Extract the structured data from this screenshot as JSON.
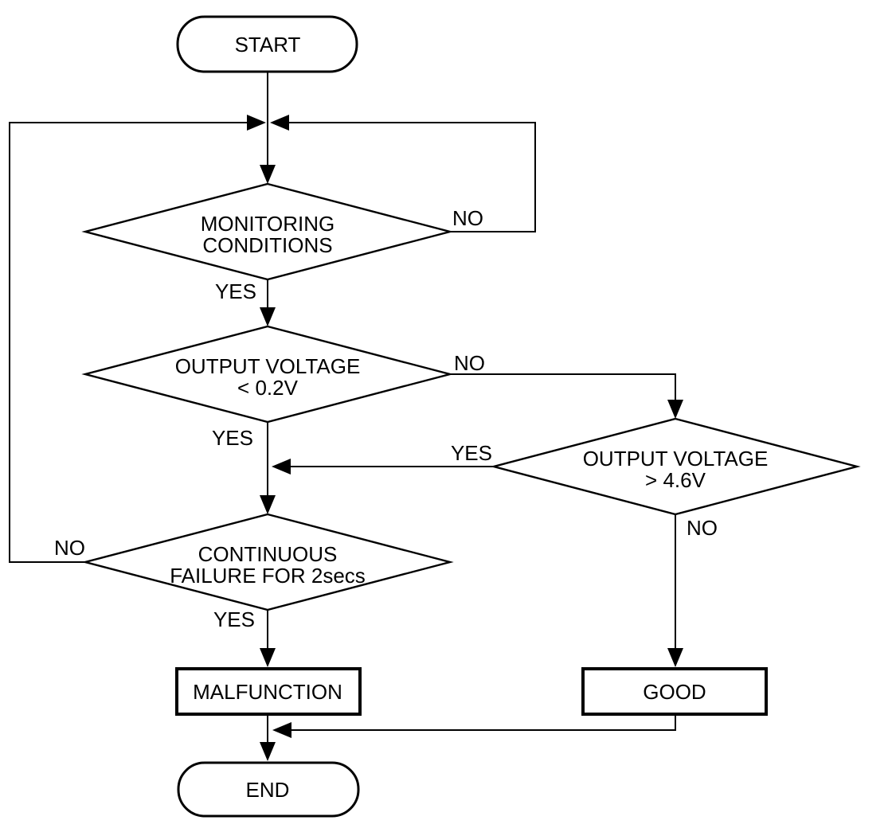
{
  "diagram": {
    "type": "flowchart",
    "colors": {
      "background": "#ffffff",
      "stroke": "#000000",
      "text": "#000000"
    },
    "nodes": {
      "start": {
        "type": "terminator",
        "label": "START"
      },
      "monitoring": {
        "type": "decision",
        "line1": "MONITORING",
        "line2": "CONDITIONS"
      },
      "voltage_low": {
        "type": "decision",
        "line1": "OUTPUT VOLTAGE",
        "line2": "< 0.2V"
      },
      "voltage_high": {
        "type": "decision",
        "line1": "OUTPUT VOLTAGE",
        "line2": "> 4.6V"
      },
      "continuous": {
        "type": "decision",
        "line1": "CONTINUOUS",
        "line2": "FAILURE FOR 2secs"
      },
      "malfunction": {
        "type": "process",
        "label": "MALFUNCTION"
      },
      "good": {
        "type": "process",
        "label": "GOOD"
      },
      "end": {
        "type": "terminator",
        "label": "END"
      }
    },
    "edges": {
      "start_to_monitoring": {
        "from": "start",
        "to": "monitoring",
        "label": ""
      },
      "monitoring_no_loop": {
        "from": "monitoring",
        "to": "monitoring",
        "label": "NO"
      },
      "monitoring_yes": {
        "from": "monitoring",
        "to": "voltage_low",
        "label": "YES"
      },
      "voltage_low_no": {
        "from": "voltage_low",
        "to": "voltage_high",
        "label": "NO"
      },
      "voltage_low_yes": {
        "from": "voltage_low",
        "to": "continuous",
        "label": "YES"
      },
      "voltage_high_yes": {
        "from": "voltage_high",
        "to": "continuous",
        "label": "YES"
      },
      "voltage_high_no": {
        "from": "voltage_high",
        "to": "good",
        "label": "NO"
      },
      "continuous_no_loop": {
        "from": "continuous",
        "to": "monitoring",
        "label": "NO"
      },
      "continuous_yes": {
        "from": "continuous",
        "to": "malfunction",
        "label": "YES"
      },
      "malfunction_to_end": {
        "from": "malfunction",
        "to": "end",
        "label": ""
      },
      "good_to_end": {
        "from": "good",
        "to": "end",
        "label": ""
      }
    }
  }
}
